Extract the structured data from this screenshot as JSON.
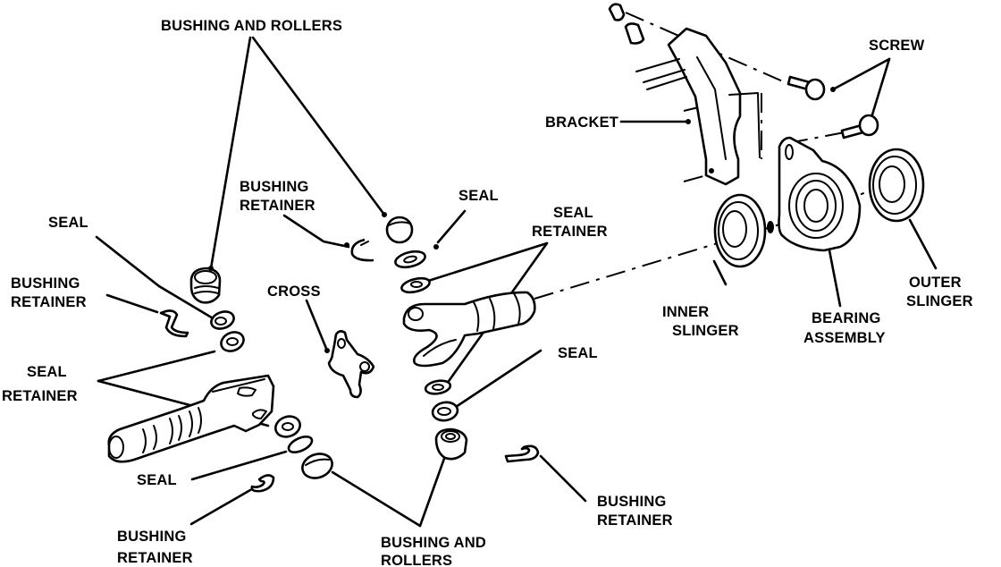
{
  "diagram": {
    "title": "Driveshaft U-joint and center bearing exploded view",
    "labels": {
      "bushing_and_rollers_top": "BUSHING AND ROLLERS",
      "screw": "SCREW",
      "bracket": "BRACKET",
      "bushing_retainer_upper_1": "BUSHING",
      "bushing_retainer_upper_2": "RETAINER",
      "seal_upper_mid": "SEAL",
      "seal_retainer_mid_1": "SEAL",
      "seal_retainer_mid_2": "RETAINER",
      "seal_left": "SEAL",
      "bushing_retainer_left_1": "BUSHING",
      "bushing_retainer_left_2": "RETAINER",
      "cross": "CROSS",
      "inner_slinger_1": "INNER",
      "inner_slinger_2": "SLINGER",
      "bearing_assembly_1": "BEARING",
      "bearing_assembly_2": "ASSEMBLY",
      "outer_slinger_1": "OUTER",
      "outer_slinger_2": "SLINGER",
      "seal_retainer_left_1": "SEAL",
      "seal_retainer_left_2": "RETAINER",
      "seal_right_mid": "SEAL",
      "seal_lower_left": "SEAL",
      "bushing_retainer_bottom_left_1": "BUSHING",
      "bushing_retainer_bottom_left_2": "RETAINER",
      "bushing_and_rollers_bottom_1": "BUSHING AND",
      "bushing_and_rollers_bottom_2": "ROLLERS",
      "bushing_retainer_bottom_right_1": "BUSHING",
      "bushing_retainer_bottom_right_2": "RETAINER"
    },
    "colors": {
      "ink": "#000000",
      "paper": "#ffffff"
    }
  }
}
